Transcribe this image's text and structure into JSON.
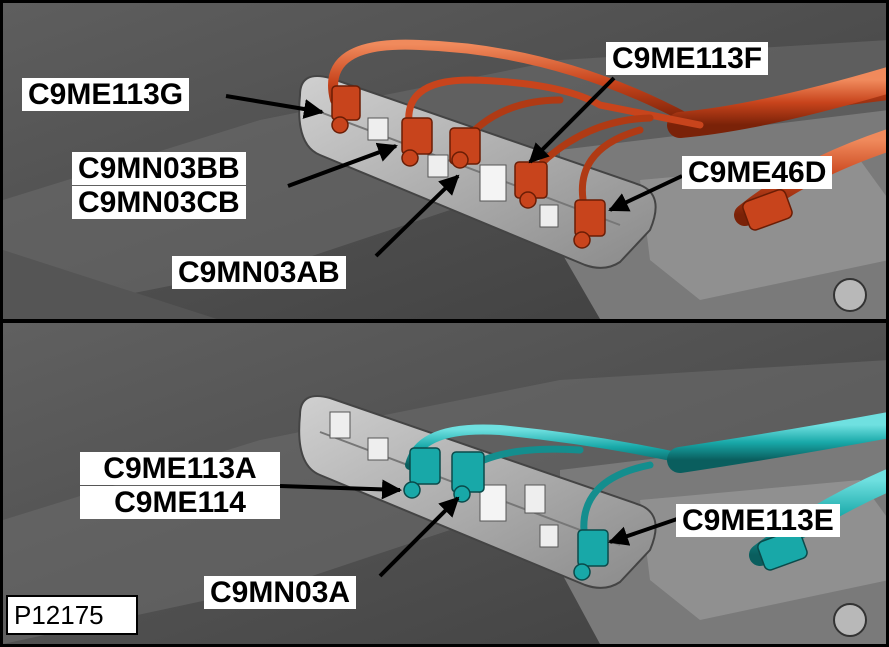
{
  "figure_id": "P12175",
  "top_panel": {
    "labels": {
      "c9me113g": "C9ME113G",
      "c9me113f": "C9ME113F",
      "c9mn03bb": "C9MN03BB",
      "c9mn03cb": "C9MN03CB",
      "c9me46d": "C9ME46D",
      "c9mn03ab": "C9MN03AB"
    },
    "harness_color": "#c8441c"
  },
  "bottom_panel": {
    "labels": {
      "c9me113a": "C9ME113A",
      "c9me114": "C9ME114",
      "c9me113e": "C9ME113E",
      "c9mn03a": "C9MN03A"
    },
    "harness_color": "#18a8a8"
  }
}
